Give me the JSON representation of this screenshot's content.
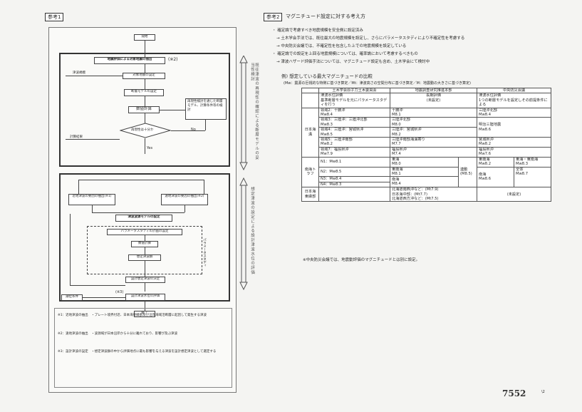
{
  "left_tag": "参考1",
  "right_tag": "参考2",
  "right_title": "マグニチュード設定に対する考え方",
  "flowchart": {
    "start": "開始",
    "step1": "地震評価による対象地震の抽出",
    "step1_note": "(※2)",
    "target_quake": "対象地震の設定",
    "model_setting": "断層モデルの設定",
    "compute": "数値計算",
    "check": "再現性は十分か",
    "check_no": "No",
    "check_yes": "Yes",
    "side_box": "再現性検討を通じた断層モデル、計算条件等の検討",
    "left_arrow1": "津波規模",
    "left_arrow2": "計算結果",
    "sub1a": "近地津波の要因の抽出(※1)",
    "sub1b": "遠地津波の要因の抽出(※2)",
    "model_setting2": "津波波源モデルの設定",
    "param_study": "パラメータスタディの計画の設定",
    "param_label": "パラメータスタディ",
    "compute2": "数値計算",
    "max_calc": "想定津波群",
    "design_determine": "設計想定津波の決定",
    "note3": "(※3)",
    "tide_level": "潮位条件",
    "final_eval": "設計津波水位の評価",
    "end": "終了",
    "vertical_upper": "既往津波の再現性の確認による断層モデルの妥当性検討",
    "vertical_lower": "想定津波の設定による設計津波水位の評価"
  },
  "footnotes": [
    "※1：近地津波の抽出　・プレート境界付近、日本海東縁部及び沿岸海域活断層に起因して発生する津波",
    "※2：遠地津波の抽出　・波源域が日本沿岸から十分に離れており、影響が及ぶ津波",
    "※3：設計津波の設定　・想定津波群の中から評価地点に最も影響を与える津波を設計想定津波として選定する"
  ],
  "bullets": [
    "・ 確定論で考慮すべき地震規模を安全側に設定済み",
    "→ 土木学会手法では、既往最大の地震規模を設定し、さらにパラメータスタディにより不確定性を考慮する",
    "→ 中央防災会議では、不確定性を包含した上での地震規模を設定している",
    "・ 確定論での設定を上回る地震規模については、確率論において考慮するべきもの",
    "→ 津波ハザード評価手法については、マグニチュード設定も含め、土木学会にて検討中"
  ],
  "example_title": "例) 想定している最大マグニチュードの比較",
  "example_note": "(Mw：震源の巨視的な特徴に基づき算定／Mt：津波高さの空間分布に基づき算定／M：地震動の大きさに基づき算定)",
  "table": {
    "headers": [
      "",
      "",
      "土木学会原子力土木委員会",
      "地震調査研究推進本部",
      "中央防災会議"
    ],
    "subheaders": [
      "",
      "",
      "津波水位評価",
      "長期評価",
      "津波水位評価"
    ],
    "subnotes": [
      "",
      "",
      "基準断層モデルを元にパラメータスタディを行う",
      "(未設定)",
      "1つの断層モデルを設定しその前提条件による"
    ],
    "region1": "日本海溝",
    "rows1": [
      [
        "領域2：十勝沖",
        "Mw8.4",
        "十勝沖",
        "M8.1",
        "三陸沖北部",
        "Mw8.4"
      ],
      [
        "領域3：三陸沖：三陸沖北部",
        "Mw8.3",
        "三陸沖北部",
        "M8.0",
        "",
        ""
      ],
      [
        "領域4：三陸沖：宮城県沖",
        "Mw8.5",
        "三陸沖：宮城県沖",
        "M8.2",
        "明治三陸地震",
        "Mw8.6"
      ],
      [
        "領域5：三陸沖南部",
        "Mw8.2",
        "三陸沖南部海溝寄り",
        "M7.7",
        "宮城県沖",
        "Mw8.2"
      ],
      [
        "領域7：福島県沖",
        "Mw7.9",
        "福島県沖",
        "M7.4",
        "福島県沖",
        "Mw7.6"
      ]
    ],
    "region2": "南海トラフ",
    "rows2": [
      [
        "N1：Mw8.1",
        "東海",
        "M8.0",
        "連動(M8.5)",
        "東海・東南海",
        "Mw8.3"
      ],
      [
        "N2：Mw8.5",
        "東南海",
        "M8.1",
        "",
        "東南海",
        "Mw8.2"
      ],
      [
        "N3：Mw8.4",
        "南海",
        "M8.4",
        "",
        "南海",
        "Mw8.6"
      ],
      [
        "N4：Mw8.3",
        "",
        "",
        "",
        "全体",
        "Mw8.7"
      ]
    ],
    "region3": "日本海東縁部",
    "rows3": [
      [
        "北海道南西沖など",
        "Mt7.9",
        "(未設定)"
      ],
      [
        "日本海中部",
        "Mt7.7",
        ""
      ],
      [
        "北海道西方沖など",
        "Mt7.5",
        ""
      ]
    ],
    "footer": "※中央防災会議では、地震動評価のマグニチュードとは別に設定。"
  },
  "page_number": "7552",
  "corner_mark": "\\2"
}
